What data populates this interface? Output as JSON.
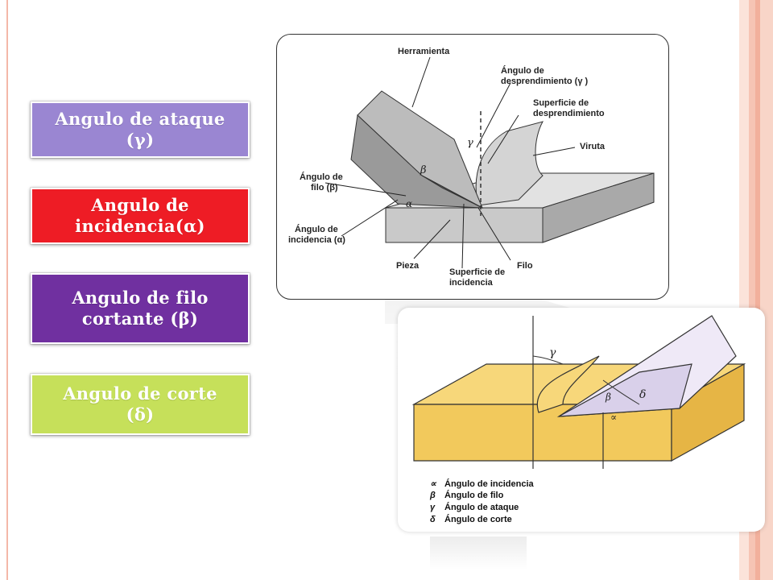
{
  "buttons": [
    {
      "text": "Angulo de ataque",
      "symbol": "(γ)",
      "color": "#9a86d2"
    },
    {
      "text": "Angulo de",
      "symbol": "incidencia(α)",
      "color": "#ee1c25"
    },
    {
      "text": "Angulo de filo",
      "symbol": "cortante (β)",
      "color": "#7030a0"
    },
    {
      "text": "Angulo de corte",
      "symbol": "(δ)",
      "color": "#c6e05a"
    }
  ],
  "diagram_top": {
    "labels": {
      "herramienta": "Herramienta",
      "angulo_desp_1": "Ángulo de",
      "angulo_desp_2": "desprendimiento (γ )",
      "superficie_desp_1": "Superficie de",
      "superficie_desp_2": "desprendimiento",
      "viruta": "Viruta",
      "angulo_filo_1": "Ángulo de",
      "angulo_filo_2": "filo (β)",
      "angulo_inc_1": "Ángulo de",
      "angulo_inc_2": "incidencia (α)",
      "pieza": "Pieza",
      "superficie_inc_1": "Superficie de",
      "superficie_inc_2": "incidencia",
      "filo": "Filo",
      "gamma": "γ",
      "beta": "β",
      "alpha": "α"
    }
  },
  "diagram_bottom": {
    "legend": [
      {
        "glyph": "∝",
        "text": "Ángulo de incidencia"
      },
      {
        "glyph": "β",
        "text": "Ángulo de filo"
      },
      {
        "glyph": "γ",
        "text": "Ángulo de ataque"
      },
      {
        "glyph": "δ",
        "text": "Ángulo de corte"
      }
    ],
    "marks": {
      "gamma": "γ",
      "beta": "β",
      "delta": "δ",
      "alpha": "∝"
    }
  },
  "colors": {
    "border": "#f4b8a8",
    "workpiece": "#f2c95c",
    "tool": "#e6e0f2",
    "steel": "#b9b9b9"
  }
}
